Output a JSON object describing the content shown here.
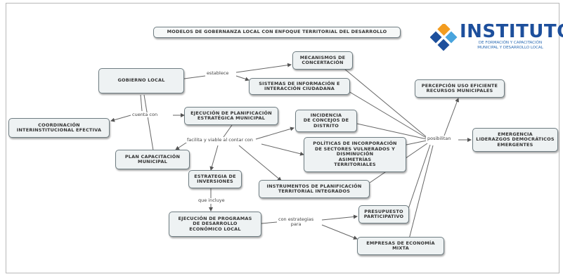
{
  "logo": {
    "name": "INSTITUTO",
    "subtitle": "DE FORMACIÓN Y CAPACITACIÓN\nMUNICIPAL Y DESARROLLO LOCAL",
    "colors": {
      "orange": "#f39c1f",
      "blue": "#1d4f9c",
      "light_blue": "#49a4dd"
    }
  },
  "nodes": {
    "title": "MODELOS DE GOBERNANZA LOCAL CON ENFOQUE TERRITORIAL DEL DESARROLLO",
    "gobierno": "GOBIERNO LOCAL",
    "mecanismos": "MECANISMOS DE\nCONCERTACIÓN",
    "sistemas": "SISTEMAS DE INFORMACIÓN E\nINTERACCIÓN CIUDADANA",
    "coordinacion": "COORDINACIÓN\nINTERINSTITUCIONAL EFECTIVA",
    "ejecucion_plan": "EJECUCIÓN DE PLANIFICACIÓN\nESTRATÉGICA MUNICIPAL",
    "incidencia": "INCIDENCIA\nDE CONCEJOS DE\nDISTRITO",
    "politicas": "POLÍTICAS DE INCORPORACIÓN\nDE SECTORES VULNERADOS Y\nDISMINUCIÓN\nASIMETRÍAS\nTERRITORIALES",
    "plan_cap": "PLAN CAPACITACIÓN\nMUNICIPAL",
    "estrategia": "ESTRATEGIA DE\nINVERSIONES",
    "instrumentos": "INSTRUMENTOS DE PLANIFICACIÓN\nTERRITORIAL INTEGRADOS",
    "percepcion": "PERCEPCIÓN USO EFICIENTE\nRECURSOS MUNICIPALES",
    "emergencia": "EMERGENCIA\nLIDERAZGOS DEMOCRÁTICOS\nEMERGENTES",
    "ejecucion_prog": "EJECUCIÓN DE PROGRAMAS\nDE DESARROLLO\nECONÓMICO LOCAL",
    "presupuesto": "PRESUPUESTO\nPARTICIPATIVO",
    "empresas": "EMPRESAS DE ECONOMÍA\nMIXTA"
  },
  "links": {
    "establece": "establece",
    "cuenta_con": "cuenta con",
    "facilita": "facilita y viable al contar con",
    "que_incluye": "que incluye",
    "con_estrategias": "con estrategias\npara",
    "posibilitan": "posibilitan"
  },
  "colors": {
    "node_bg": "#eef2f3",
    "node_border": "#6f7d82",
    "line": "#555555"
  }
}
